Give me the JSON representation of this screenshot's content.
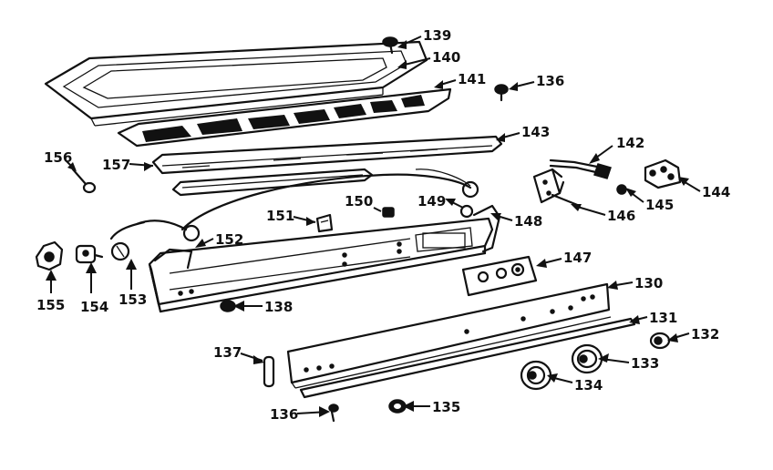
{
  "callouts": [
    {
      "id": "c139",
      "label": "139"
    },
    {
      "id": "c140",
      "label": "140"
    },
    {
      "id": "c141",
      "label": "141"
    },
    {
      "id": "c136a",
      "label": "136"
    },
    {
      "id": "c143",
      "label": "143"
    },
    {
      "id": "c142",
      "label": "142"
    },
    {
      "id": "c144",
      "label": "144"
    },
    {
      "id": "c145",
      "label": "145"
    },
    {
      "id": "c146",
      "label": "146"
    },
    {
      "id": "c148",
      "label": "148"
    },
    {
      "id": "c149",
      "label": "149"
    },
    {
      "id": "c150",
      "label": "150"
    },
    {
      "id": "c151",
      "label": "151"
    },
    {
      "id": "c152",
      "label": "152"
    },
    {
      "id": "c156",
      "label": "156"
    },
    {
      "id": "c157",
      "label": "157"
    },
    {
      "id": "c147",
      "label": "147"
    },
    {
      "id": "c130",
      "label": "130"
    },
    {
      "id": "c131",
      "label": "131"
    },
    {
      "id": "c132",
      "label": "132"
    },
    {
      "id": "c133",
      "label": "133"
    },
    {
      "id": "c134",
      "label": "134"
    },
    {
      "id": "c135",
      "label": "135"
    },
    {
      "id": "c136b",
      "label": "136"
    },
    {
      "id": "c137",
      "label": "137"
    },
    {
      "id": "c138",
      "label": "138"
    },
    {
      "id": "c153",
      "label": "153"
    },
    {
      "id": "c154",
      "label": "154"
    },
    {
      "id": "c155",
      "label": "155"
    }
  ]
}
